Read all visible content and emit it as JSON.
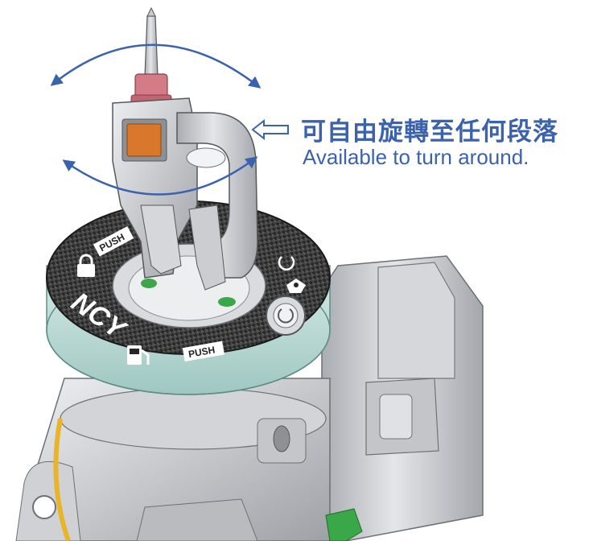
{
  "caption": {
    "chinese": "可自由旋轉至任何段落",
    "english": "Available to turn around."
  },
  "ring": {
    "logo_text": "NCY",
    "push_label_top": "PUSH",
    "push_label_bottom": "PUSH"
  },
  "icons": {
    "pointer": "left-outline-arrow-icon",
    "lock": "padlock-icon",
    "power": "power-icon",
    "key": "key-hand-icon",
    "fuel": "fuel-pump-icon"
  },
  "colors": {
    "accent_blue": "#3b62ad",
    "carbon_dark": "#262626",
    "ring_teal": "#bcd9d4",
    "body_gray": "#c9cbcf",
    "key_pink": "#d47b88",
    "key_orange": "#d9782c",
    "seal_green": "#3aa848",
    "cable_yellow": "#e8b428"
  }
}
